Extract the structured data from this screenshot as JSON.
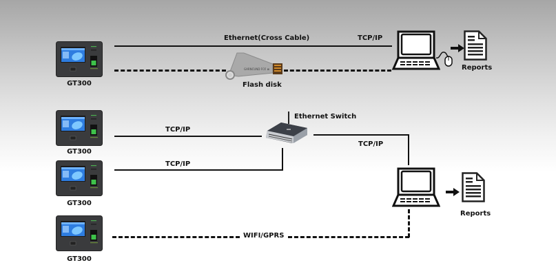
{
  "diagram": {
    "devices": [
      {
        "id": "gt300-1",
        "label": "GT300"
      },
      {
        "id": "gt300-2",
        "label": "GT300"
      },
      {
        "id": "gt300-3",
        "label": "GT300"
      },
      {
        "id": "gt300-4",
        "label": "GT300"
      }
    ],
    "connections": {
      "top_ethernet": "Ethernet(Cross Cable)",
      "top_tcpip": "TCP/IP",
      "flash_disk": "Flash disk",
      "switch_label": "Ethernet Switch",
      "switch_in_1": "TCP/IP",
      "switch_in_2": "TCP/IP",
      "switch_out": "TCP/IP",
      "wireless": "WIFI/GPRS"
    },
    "reports": {
      "top": "Reports",
      "bottom": "Reports"
    },
    "icons": {
      "terminal": "fingerprint-terminal-icon",
      "computer": "computer-icon",
      "mouse": "mouse-icon",
      "report": "document-report-icon",
      "usb": "usb-flash-disk-icon",
      "switch": "network-switch-icon",
      "arrow": "arrow-right-icon"
    },
    "colors": {
      "screen": "#2e7de0",
      "fingerprint": "#3ec24a",
      "device_body": "#3a3a3a",
      "line": "#111111"
    }
  }
}
